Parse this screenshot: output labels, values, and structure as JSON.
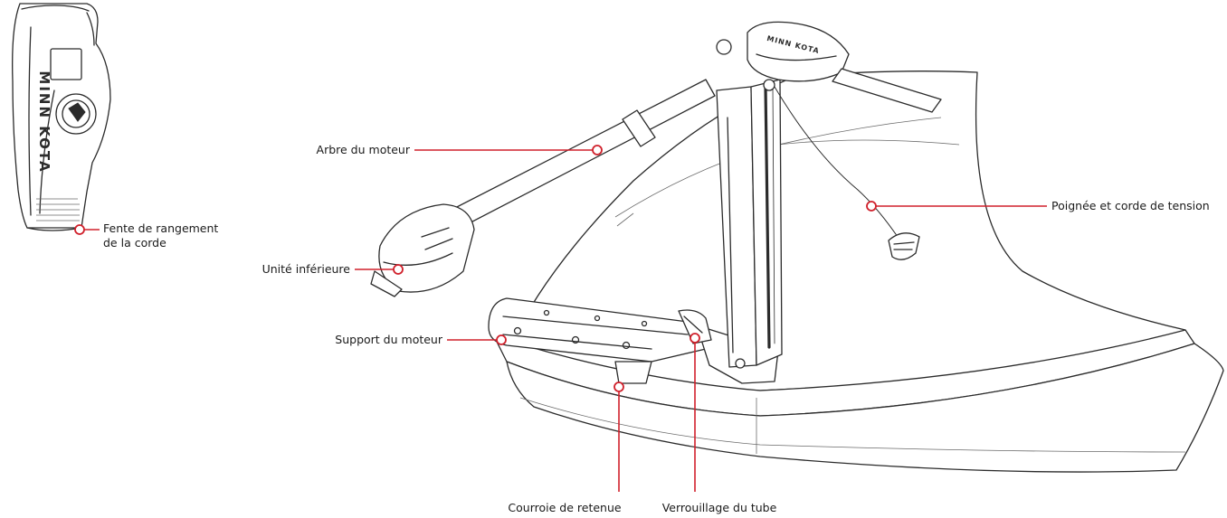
{
  "colors": {
    "accent": "#d0202b",
    "ink": "#2b2b2b"
  },
  "remote": {
    "icon": "foot-pedal-remote-icon",
    "brand": "MINN KOTA",
    "callout": {
      "line1": "Fente de rangement",
      "line2": "de la corde"
    }
  },
  "motor": {
    "icon": "trolling-motor-icon",
    "head_brand": "MINN KOTA"
  },
  "callouts": {
    "shaft": "Arbre du moteur",
    "lower_unit": "Unité inférieure",
    "mount": "Support du moteur",
    "handle_cord": "Poignée et corde de tension",
    "strap": "Courroie de retenue",
    "tube_lock": "Verrouillage du tube"
  }
}
